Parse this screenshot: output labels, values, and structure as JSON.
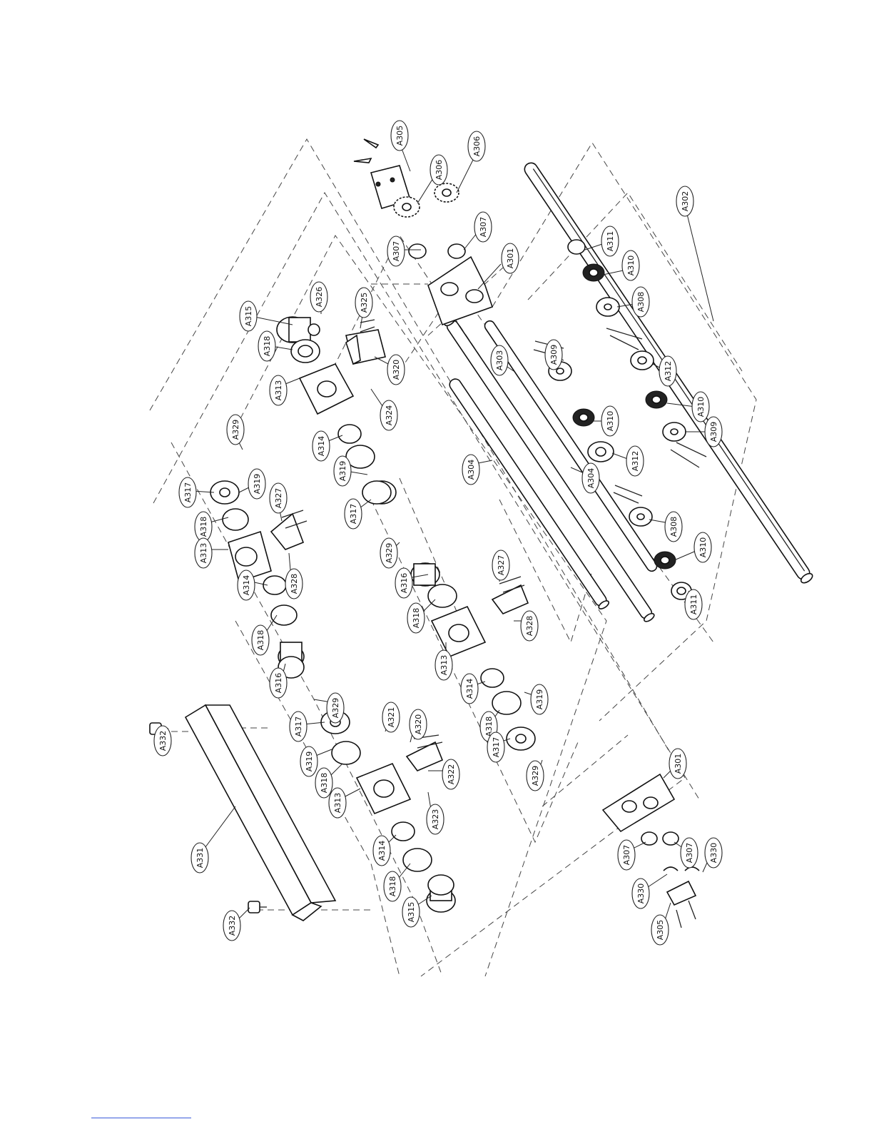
{
  "parts": [
    {
      "id": "A305",
      "label": "A305"
    },
    {
      "id": "A306a",
      "label": "A306"
    },
    {
      "id": "A306b",
      "label": "A306"
    },
    {
      "id": "A307a",
      "label": "A307"
    },
    {
      "id": "A307b",
      "label": "A307"
    },
    {
      "id": "A301a",
      "label": "A301"
    },
    {
      "id": "A302",
      "label": "A302"
    },
    {
      "id": "A311a",
      "label": "A311"
    },
    {
      "id": "A310a",
      "label": "A310"
    },
    {
      "id": "A308a",
      "label": "A308"
    },
    {
      "id": "A312a",
      "label": "A312"
    },
    {
      "id": "A310b",
      "label": "A310"
    },
    {
      "id": "A309a",
      "label": "A309"
    },
    {
      "id": "A303",
      "label": "A303"
    },
    {
      "id": "A309b",
      "label": "A309"
    },
    {
      "id": "A310c",
      "label": "A310"
    },
    {
      "id": "A312b",
      "label": "A312"
    },
    {
      "id": "A304a",
      "label": "A304"
    },
    {
      "id": "A304b",
      "label": "A304"
    },
    {
      "id": "A308b",
      "label": "A308"
    },
    {
      "id": "A310d",
      "label": "A310"
    },
    {
      "id": "A311b",
      "label": "A311"
    },
    {
      "id": "A315a",
      "label": "A315"
    },
    {
      "id": "A326",
      "label": "A326"
    },
    {
      "id": "A325",
      "label": "A325"
    },
    {
      "id": "A318a",
      "label": "A318"
    },
    {
      "id": "A313a",
      "label": "A313"
    },
    {
      "id": "A320a",
      "label": "A320"
    },
    {
      "id": "A324",
      "label": "A324"
    },
    {
      "id": "A314a",
      "label": "A314"
    },
    {
      "id": "A319a",
      "label": "A319"
    },
    {
      "id": "A317a",
      "label": "A317"
    },
    {
      "id": "A329a",
      "label": "A329"
    },
    {
      "id": "A329b",
      "label": "A329"
    },
    {
      "id": "A317b",
      "label": "A317"
    },
    {
      "id": "A319b",
      "label": "A319"
    },
    {
      "id": "A318b",
      "label": "A318"
    },
    {
      "id": "A327a",
      "label": "A327"
    },
    {
      "id": "A313b",
      "label": "A313"
    },
    {
      "id": "A328a",
      "label": "A328"
    },
    {
      "id": "A314b",
      "label": "A314"
    },
    {
      "id": "A318c",
      "label": "A318"
    },
    {
      "id": "A316a",
      "label": "A316"
    },
    {
      "id": "A316b",
      "label": "A316"
    },
    {
      "id": "A327b",
      "label": "A327"
    },
    {
      "id": "A318d",
      "label": "A318"
    },
    {
      "id": "A328b",
      "label": "A328"
    },
    {
      "id": "A313c",
      "label": "A313"
    },
    {
      "id": "A314c",
      "label": "A314"
    },
    {
      "id": "A319c",
      "label": "A319"
    },
    {
      "id": "A318e",
      "label": "A318"
    },
    {
      "id": "A317c",
      "label": "A317"
    },
    {
      "id": "A329c",
      "label": "A329"
    },
    {
      "id": "A329d",
      "label": "A329"
    },
    {
      "id": "A332a",
      "label": "A332"
    },
    {
      "id": "A317d",
      "label": "A317"
    },
    {
      "id": "A321",
      "label": "A321"
    },
    {
      "id": "A320b",
      "label": "A320"
    },
    {
      "id": "A319d",
      "label": "A319"
    },
    {
      "id": "A318f",
      "label": "A318"
    },
    {
      "id": "A322",
      "label": "A322"
    },
    {
      "id": "A323",
      "label": "A323"
    },
    {
      "id": "A313d",
      "label": "A313"
    },
    {
      "id": "A314d",
      "label": "A314"
    },
    {
      "id": "A331",
      "label": "A331"
    },
    {
      "id": "A318g",
      "label": "A318"
    },
    {
      "id": "A315b",
      "label": "A315"
    },
    {
      "id": "A332b",
      "label": "A332"
    },
    {
      "id": "A301b",
      "label": "A301"
    },
    {
      "id": "A307c",
      "label": "A307"
    },
    {
      "id": "A307d",
      "label": "A307"
    },
    {
      "id": "A330a",
      "label": "A330"
    },
    {
      "id": "A330b",
      "label": "A330"
    },
    {
      "id": "A305b",
      "label": "A305"
    }
  ]
}
